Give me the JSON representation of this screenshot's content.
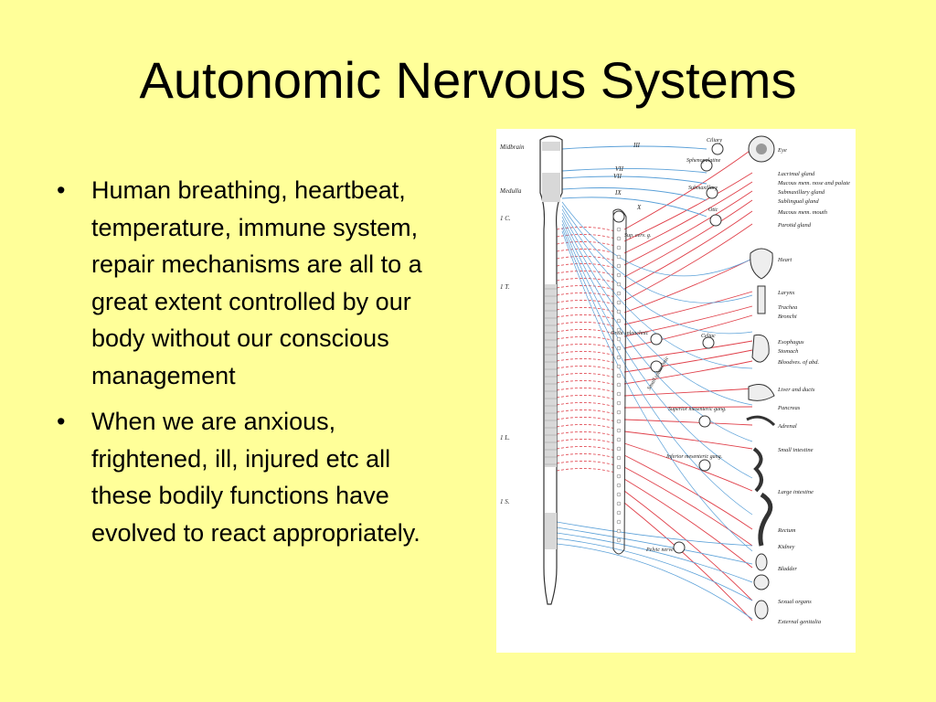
{
  "slide": {
    "title": "Autonomic Nervous Systems",
    "bullets": [
      "Human breathing, heartbeat, temperature, immune system, repair mechanisms are all to a great extent controlled by our body without our conscious management",
      "When we are anxious, frightened, ill, injured etc all these bodily functions have evolved to react appropriately."
    ],
    "bullet_char": "•"
  },
  "figure": {
    "cord_labels": [
      "Midbrain",
      "Medulla",
      "1 C.",
      "1 T.",
      "1 L.",
      "1 S."
    ],
    "nerve_labels": [
      "III",
      "VII",
      "VII",
      "IX",
      "X"
    ],
    "ganglia_labels": [
      "Ciliary",
      "Sphenopalatine",
      "Submaxillary",
      "Otic",
      "Sup. cerv. g.",
      "Great splanchnic",
      "Small splanchnic",
      "Celiac",
      "Superior mesenteric gang.",
      "Inferior mesenteric gang.",
      "Pelvic nerve"
    ],
    "organ_labels": [
      "Eye",
      "Lacrimal gland",
      "Mucous mem. nose and palate",
      "Submaxillary gland",
      "Sublingual gland",
      "Mucous mem. mouth",
      "Parotid gland",
      "Heart",
      "Larynx",
      "Trachea",
      "Bronchi",
      "Esophagus",
      "Stomach",
      "Bloodves. of abd.",
      "Liver and ducts",
      "Pancreas",
      "Adrenal",
      "Small intestine",
      "Large intestine",
      "Rectum",
      "Kidney",
      "Bladder",
      "Sexual organs",
      "External genitalia"
    ],
    "colors": {
      "sympathetic": "#E0404A",
      "parasympathetic": "#5AA0D8",
      "cord_fill": "#D8D8D8",
      "outline": "#333333"
    }
  }
}
